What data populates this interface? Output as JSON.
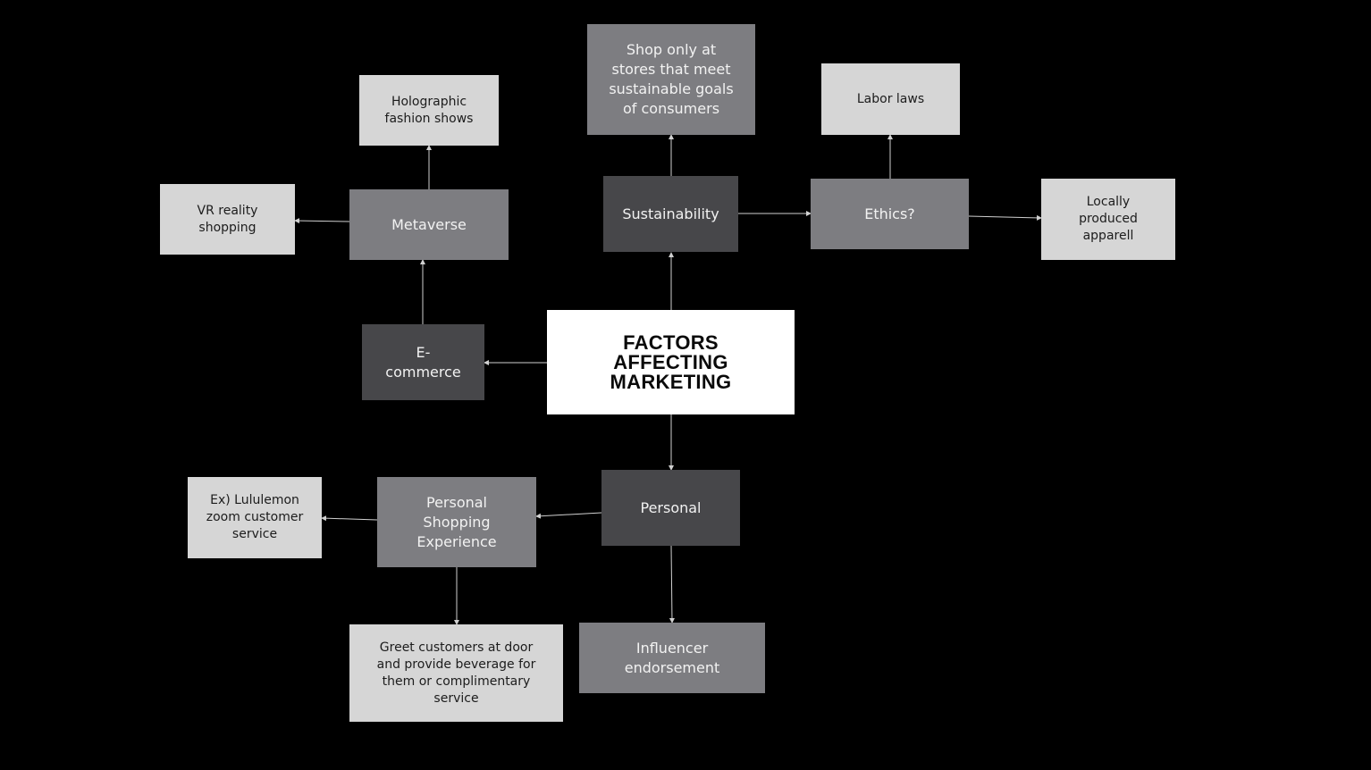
{
  "diagram": {
    "central_node": "FACTORS\nAFFECTING\nMARKETING",
    "nodes": {
      "sustainability": "Sustainability",
      "shop_sustainable": "Shop only at\nstores that meet\nsustainable goals\nof consumers",
      "ethics": "Ethics?",
      "labor_laws": "Labor laws",
      "locally_produced": "Locally\nproduced\napparell",
      "ecommerce": "E-\ncommerce",
      "metaverse": "Metaverse",
      "holographic": "Holographic\nfashion shows",
      "vr_shopping": "VR reality\nshopping",
      "personal": "Personal",
      "personal_shopping": "Personal\nShopping\nExperience",
      "lululemon": "Ex) Lululemon\nzoom customer\nservice",
      "greet_customers": "Greet customers at door\nand provide beverage for\nthem or complimentary\nservice",
      "influencer": "Influencer\nendorsement"
    },
    "connections": [
      [
        "central",
        "sustainability"
      ],
      [
        "central",
        "ecommerce"
      ],
      [
        "central",
        "personal"
      ],
      [
        "sustainability",
        "shop_sustainable"
      ],
      [
        "sustainability",
        "ethics"
      ],
      [
        "ethics",
        "labor_laws"
      ],
      [
        "ethics",
        "locally_produced"
      ],
      [
        "ecommerce",
        "metaverse"
      ],
      [
        "metaverse",
        "holographic"
      ],
      [
        "metaverse",
        "vr_shopping"
      ],
      [
        "personal",
        "personal_shopping"
      ],
      [
        "personal",
        "influencer"
      ],
      [
        "personal_shopping",
        "lululemon"
      ],
      [
        "personal_shopping",
        "greet_customers"
      ]
    ],
    "colors": {
      "background": "#000000",
      "light_node": "#d6d6d6",
      "mid_node": "#7d7d81",
      "dark_node": "#47474a",
      "center_node": "#ffffff",
      "edge": "#d0d0d0"
    }
  }
}
